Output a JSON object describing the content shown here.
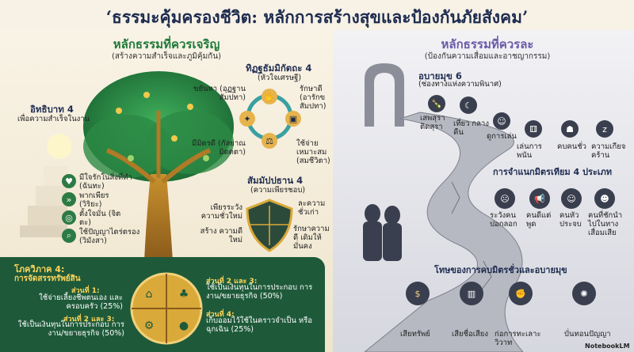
{
  "title": "‘ธรรมะคุ้มครองชีวิต: หลักการสร้างสุขและป้องกันภัยสังคม’",
  "left": {
    "heading": "หลักธรรมที่ควรเจริญ",
    "subheading": "(สร้างความสำเร็จและภูมิคุ้มกัน)",
    "iddhipada": {
      "title": "อิทธิบาท 4",
      "subtitle": "เพื่อความสำเร็จในงาน",
      "items": [
        {
          "text": "มีใจรักในสิ่งที่ทำ (ฉันทะ)"
        },
        {
          "text": "พากเพียร (วิริยะ)"
        },
        {
          "text": "ตั้งใจมั่น (จิตตะ)"
        },
        {
          "text": "ใช้ปัญญาไตร่ตรอง (วิมังสา)"
        }
      ]
    },
    "dittha": {
      "title": "ทิฏฐธัมมิกัตถะ 4",
      "subtitle": "(หัวใจเศรษฐี)",
      "items": [
        {
          "text": "ขยันหา (อุฏฐานสัมปทา)"
        },
        {
          "text": "รักษาดี (อารักขสัมปทา)"
        },
        {
          "text": "มีมิตรดี (กัลยาณมิตตตา)"
        },
        {
          "text": "ใช้จ่ายเหมาะสม (สมชีวิตา)"
        }
      ]
    },
    "sammappadhana": {
      "title": "สัมมัปปธาน 4",
      "subtitle": "(ความเพียรชอบ)",
      "items": [
        {
          "text": "เพียรระวัง ความชั่วใหม่"
        },
        {
          "text": "ละความ ชั่วเก่า"
        },
        {
          "text": "สร้าง ความดีใหม่"
        },
        {
          "text": "รักษาความดี เดิมให้มั่นคง"
        }
      ]
    },
    "bhoga": {
      "title": "โภควิภาค 4:",
      "subtitle": "การจัดสรรทรัพย์สิน",
      "items": [
        {
          "head": "ส่วนที่ 1:",
          "text": "ใช้จ่ายเลี้ยงชีพตนเอง และครอบครัว (25%)"
        },
        {
          "head": "ส่วนที่ 2 และ 3:",
          "text": "ใช้เป็นเงินทุนในการประกอบ การงาน/ขยายธุรกิจ (50%)"
        },
        {
          "head": "ส่วนที่ 2 และ 3:",
          "text": "ใช้เป็นเงินทุนในการประกอบ การงาน/ขยายธุรกิจ (50%)"
        },
        {
          "head": "ส่วนที่ 4:",
          "text": "เก็บออมไว้ใช้ในคราวจำเป็น หรือฉุกเฉิน (25%)"
        }
      ]
    }
  },
  "right": {
    "heading": "หลักธรรมที่ควรละ",
    "subheading": "(ป้องกันความเสื่อมและอาชญากรรม)",
    "apayamukha": {
      "title": "อบายมุข 6",
      "subtitle": "(ช่องทางแห่งความพินาศ)",
      "items": [
        {
          "text": "เสพสุรา ติดสุรา"
        },
        {
          "text": "เที่ยว กลางคืน"
        },
        {
          "text": "ดูการเล่น"
        },
        {
          "text": "เล่นการพนัน"
        },
        {
          "text": "คบคนชั่ว"
        },
        {
          "text": "ความเกียจ คร้าน"
        }
      ]
    },
    "false_friends": {
      "title": "การจำแนกมิตรเทียม 4 ประเภท",
      "items": [
        {
          "text": "ระวังคน ปอกลอก"
        },
        {
          "text": "คนดีแต่ พูด"
        },
        {
          "text": "คนหัว ประจบ"
        },
        {
          "text": "คนที่ชักนำ ไปในทาง เสื่อมเสีย"
        }
      ]
    },
    "harms": {
      "title": "โทษของการคบมิตรชั่วและอบายมุข",
      "items": [
        {
          "text": "เสียทรัพย์"
        },
        {
          "text": "เสียชื่อเสียง"
        },
        {
          "text": "ก่อการทะเลาะวิวาท"
        },
        {
          "text": "บั่นทอนปัญญา"
        }
      ]
    }
  },
  "footer": {
    "brand": "NotebookLM"
  },
  "colors": {
    "green": "#1f7a3a",
    "purple": "#6b5aa8",
    "navy": "#1d2b4f",
    "gold": "#d9a93a"
  }
}
